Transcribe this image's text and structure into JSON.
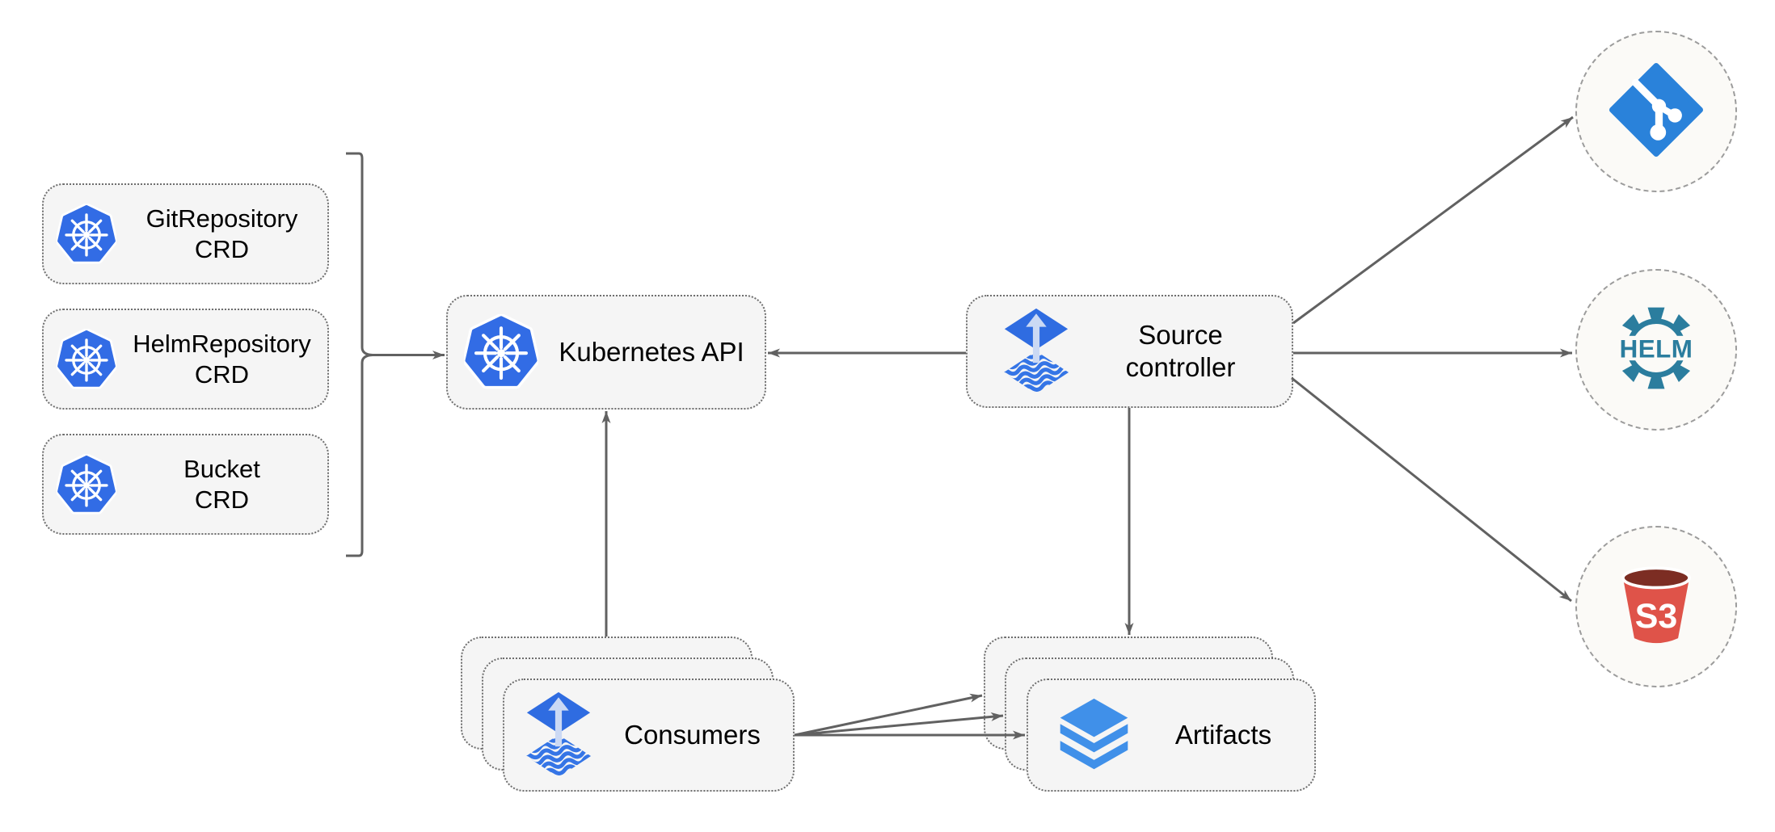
{
  "diagram": {
    "crd_boxes": [
      {
        "line1": "GitRepository",
        "line2": "CRD",
        "icon": "kubernetes-icon"
      },
      {
        "line1": "HelmRepository",
        "line2": "CRD",
        "icon": "kubernetes-icon"
      },
      {
        "line1": "Bucket",
        "line2": "CRD",
        "icon": "kubernetes-icon"
      }
    ],
    "kubernetes_api": {
      "label": "Kubernetes API",
      "icon": "kubernetes-icon"
    },
    "source_controller": {
      "line1": "Source",
      "line2": "controller",
      "icon": "flux-icon"
    },
    "consumers": {
      "label": "Consumers",
      "icon": "flux-icon",
      "stack_count": 3
    },
    "artifacts": {
      "label": "Artifacts",
      "icon": "layers-icon",
      "stack_count": 3
    },
    "external_sources": [
      {
        "name": "git-repository",
        "icon": "git-icon"
      },
      {
        "name": "helm-repository",
        "icon": "helm-icon",
        "text": "HELM"
      },
      {
        "name": "s3-bucket",
        "icon": "s3-bucket-icon",
        "text": "S3"
      }
    ],
    "colors": {
      "kubernetes_blue": "#326CE5",
      "flux_blue": "#2F6CE1",
      "flux_arrow_light": "#CBD9F4",
      "flux_wave_blue": "#3575E6",
      "git_blue": "#2A82DA",
      "helm_teal": "#2B7D9E",
      "s3_red": "#DF5349",
      "s3_dark_red": "#7C2D23",
      "layers_blue": "#4090E9",
      "node_fill": "#F5F5F5",
      "circle_fill": "#FBFAF7",
      "border_gray": "#6E6E6E",
      "connector_gray": "#616161",
      "text_color": "#000000"
    }
  }
}
